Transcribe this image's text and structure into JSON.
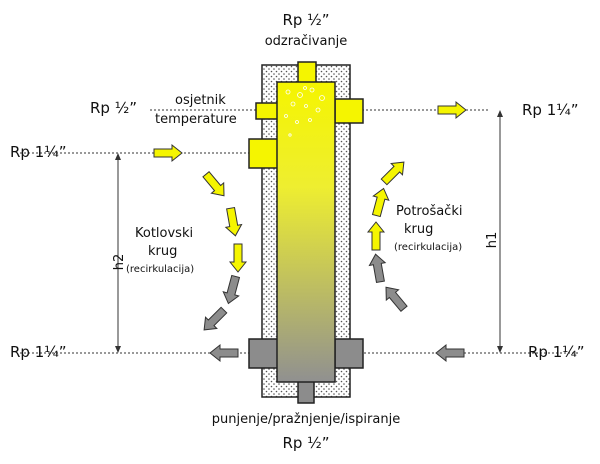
{
  "labels": {
    "top_size": "Rp ½”",
    "top_name": "odzračivanje",
    "sensor_size": "Rp ½”",
    "sensor_line1": "osjetnik",
    "sensor_line2": "temperature",
    "left_upper_size": "Rp 1¼”",
    "right_upper_size": "Rp 1¼”",
    "left_lower_size": "Rp 1¼”",
    "right_lower_size": "Rp 1¼”",
    "left_circuit_line1": "Kotlovski",
    "left_circuit_line2": "krug",
    "left_circuit_line3": "(recirkulacija)",
    "right_circuit_line1": "Potrošački",
    "right_circuit_line2": "krug",
    "right_circuit_line3": "(recirkulacija)",
    "h1": "h1",
    "h2": "h2",
    "bottom_name": "punjenje/pražnjenje/ispiranje",
    "bottom_size": "Rp ½”"
  },
  "colors": {
    "hot": "#f5f500",
    "cold": "#8c8c8c",
    "outline": "#222222"
  }
}
